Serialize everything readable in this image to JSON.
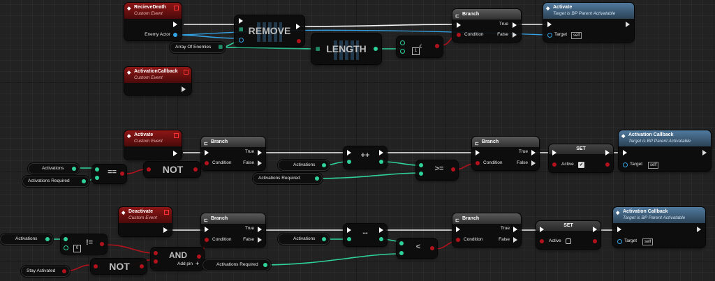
{
  "events": {
    "recieve_death": {
      "title": "RecieveDeath",
      "subtitle": "Custom Event",
      "pin": "Enemy Actor"
    },
    "activation_callback_event": {
      "title": "ActivationCallback",
      "subtitle": "Custom Event"
    },
    "activate_event": {
      "title": "Activate",
      "subtitle": "Custom Event"
    },
    "deactivate_event": {
      "title": "Deactivate",
      "subtitle": "Custom Event"
    }
  },
  "nodes": {
    "remove": {
      "title": "REMOVE"
    },
    "length": {
      "title": "LENGTH"
    },
    "less_default": "1",
    "branch_title": "Branch",
    "condition": "Condition",
    "true_label": "True",
    "false_label": "False",
    "call_activate": {
      "title": "Activate",
      "subtitle": "Target is BP Parent Activatable",
      "target": "Target",
      "self": "self"
    },
    "call_activation_callback": {
      "title": "Activation Callback",
      "subtitle": "Target is BP Parent Activatable",
      "target": "Target",
      "self": "self"
    },
    "equals": "==",
    "not_equals": "!=",
    "not": "NOT",
    "increment": "++",
    "decrement": "--",
    "gte": ">=",
    "lt": "<",
    "and": "AND",
    "add_pin": "Add pin",
    "neq_default": "0",
    "set": "SET",
    "active": "Active"
  },
  "variables": {
    "array_of_enemies": "Array Of Enemies",
    "activations": "Activations",
    "activations_required": "Activations Required",
    "stay_activated": "Stay Activated"
  },
  "set_active_values": {
    "top": true,
    "bottom": false
  },
  "colors": {
    "exec": "#ffffff",
    "int": "#2fd39a",
    "bool": "#b3121c",
    "object": "#33a4e8",
    "event_header": "#8e1616",
    "function_header": "#517a9e"
  }
}
